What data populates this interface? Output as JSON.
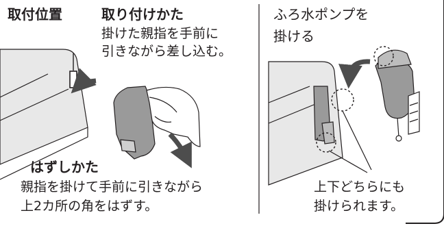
{
  "left_panel": {
    "position_label": "取付位置",
    "install": {
      "title": "取り付けかた",
      "line1": "掛けた親指を手前に",
      "line2": "引きながら差し込む。"
    },
    "remove": {
      "title": "はずしかた",
      "line1": "親指を掛けて手前に引きながら",
      "line2": "上2カ所の角をはずす。"
    }
  },
  "right_panel": {
    "title_line1": "ふろ水ポンプを",
    "title_line2": "掛ける",
    "note_line1": "上下どちらにも",
    "note_line2": "掛けられます。"
  }
}
